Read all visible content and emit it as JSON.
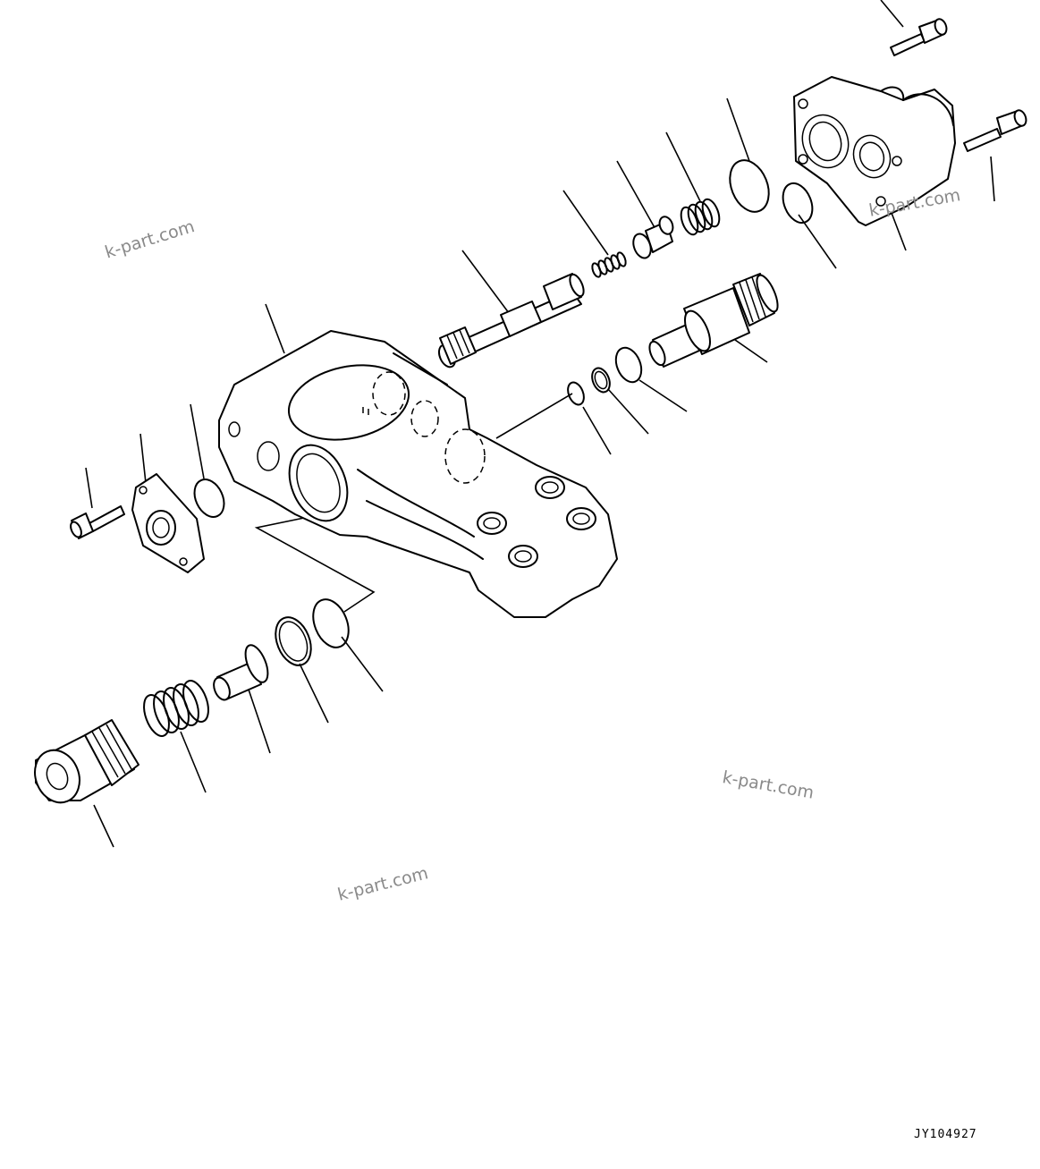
{
  "watermarks": [
    "k-part.com",
    "k-part.com",
    "k-part.com",
    "k-part.com"
  ],
  "drawing_code": "JY104927"
}
